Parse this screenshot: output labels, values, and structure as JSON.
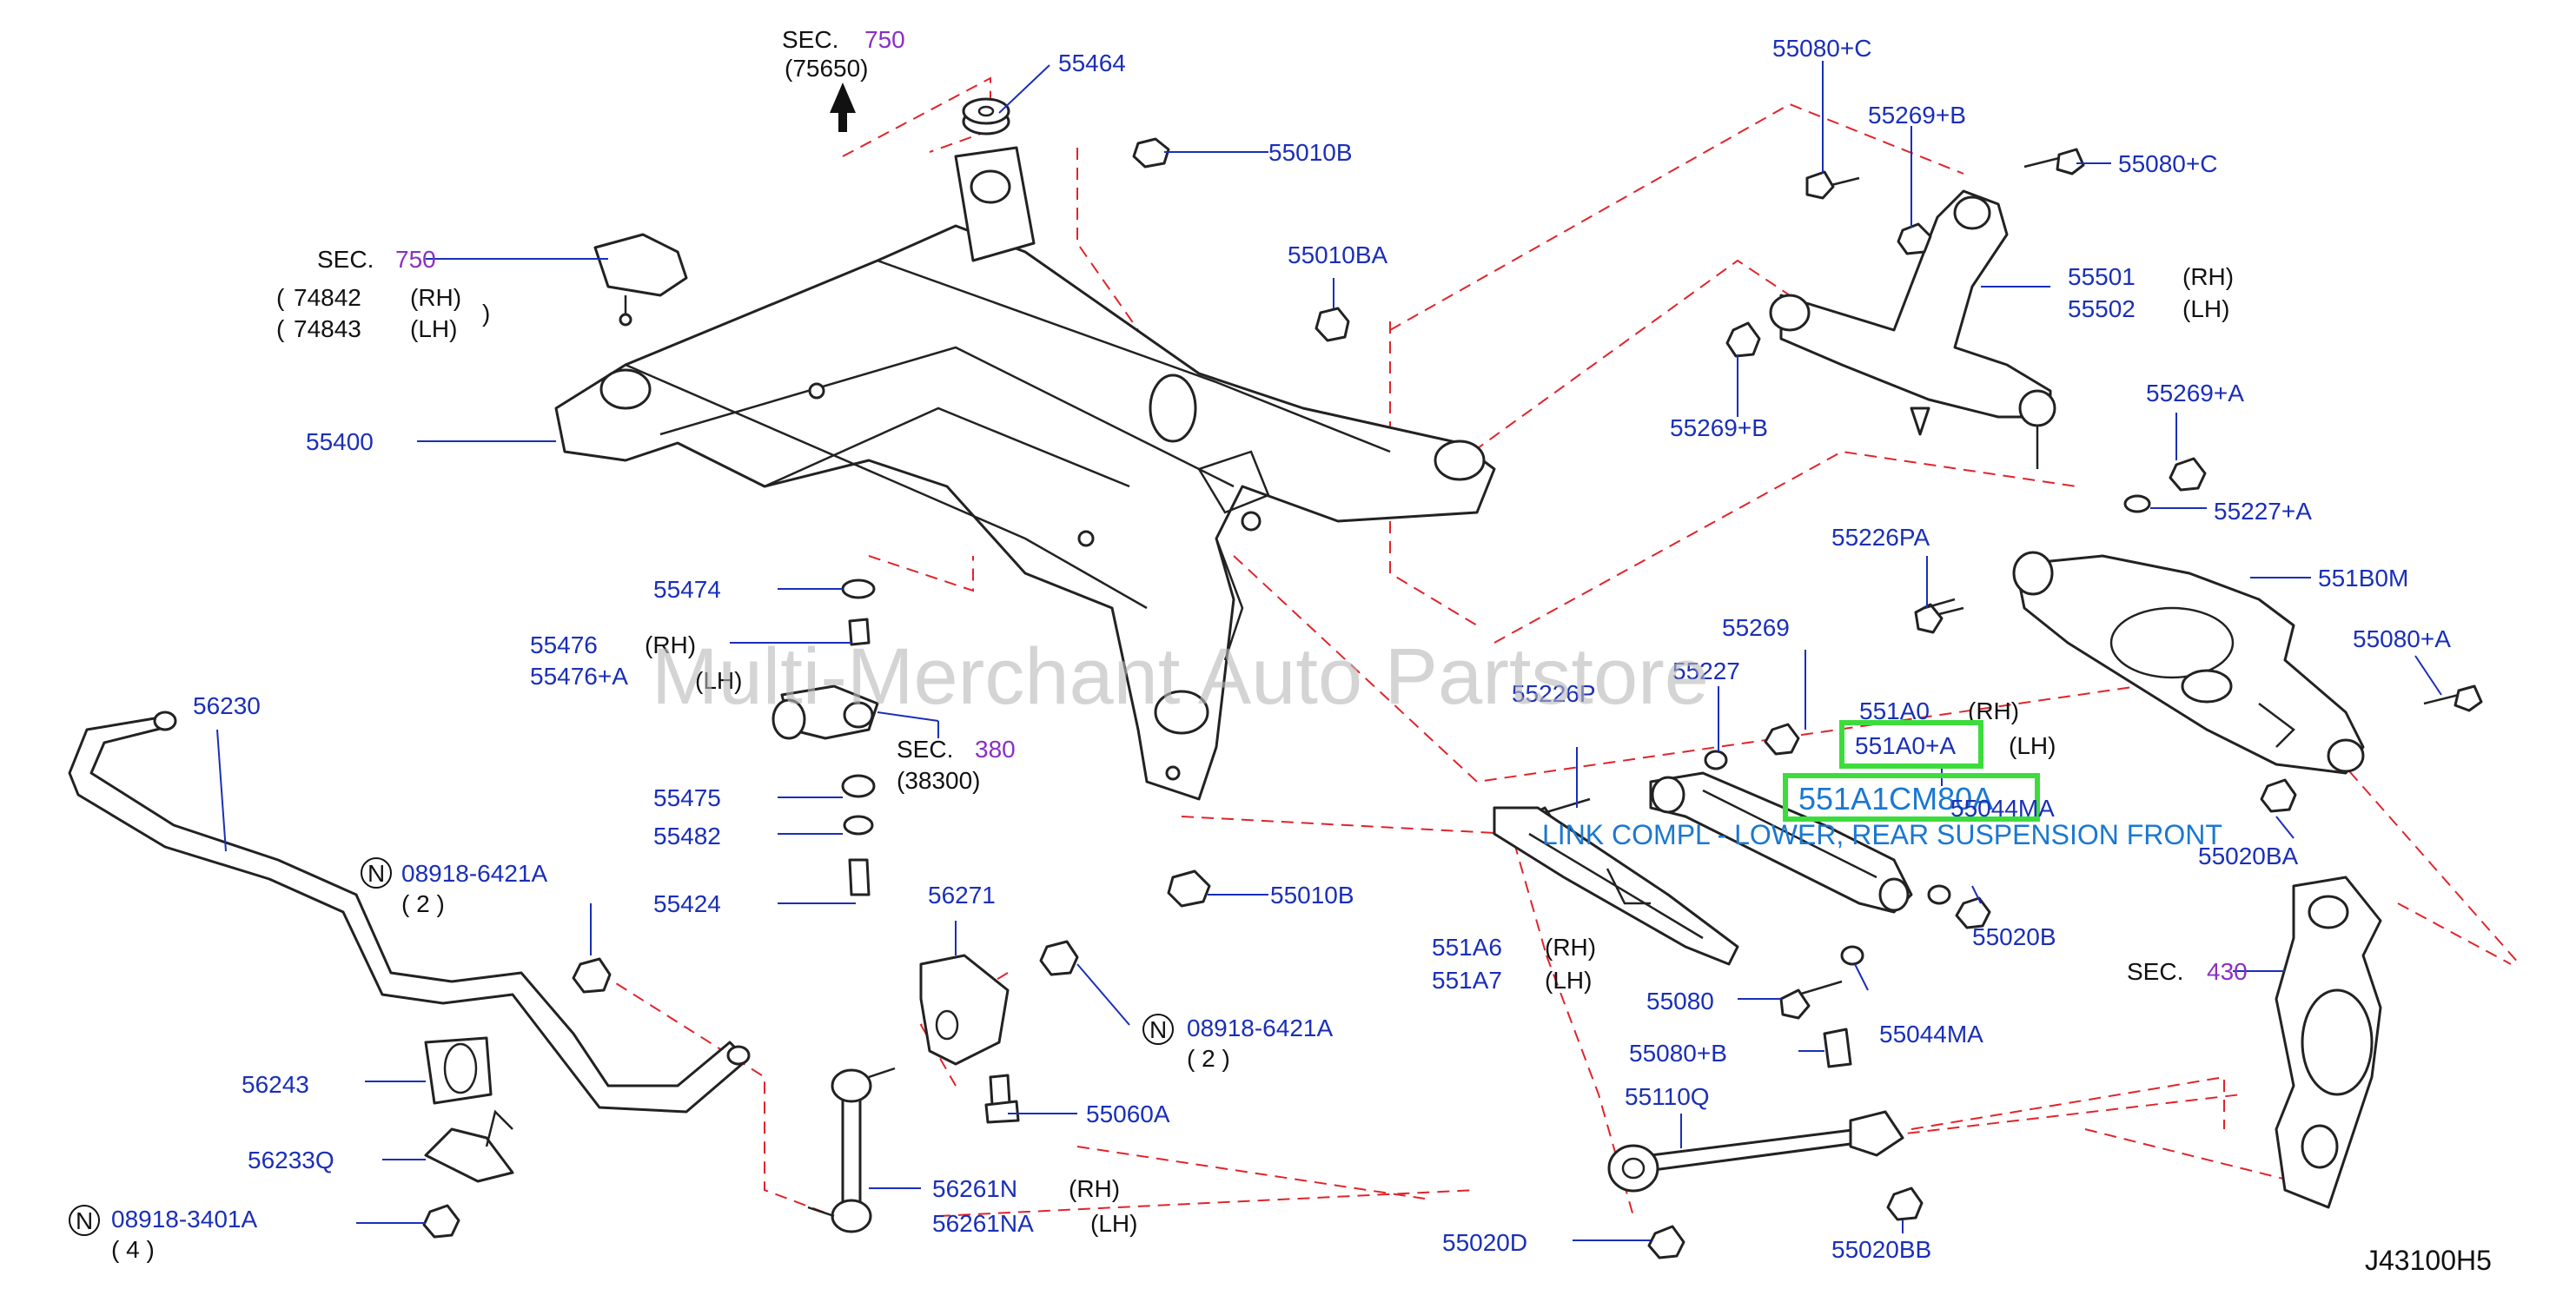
{
  "diagram_code": "J43100H5",
  "watermark": "Multi-Merchant Auto Partstore",
  "highlight": {
    "code": "551A1CM80A",
    "description": "LINK COMPL - LOWER, REAR SUSPENSION FRONT"
  },
  "sec_labels": {
    "sec_word": "SEC.",
    "s750_top": "750",
    "s750_top_sub": "(75650)",
    "s750_left": "750",
    "s380": "380",
    "s380_sub": "(38300)",
    "s430": "430"
  },
  "side": {
    "rh": "(RH)",
    "lh": "(LH)"
  },
  "parts": {
    "p55464": "55464",
    "p55010B_a": "55010B",
    "p55010BA": "55010BA",
    "p74842": "74842",
    "p74843": "74843",
    "p55400": "55400",
    "p55474": "55474",
    "p55476": "55476",
    "p55476A": "55476+A",
    "p56230": "56230",
    "p55475": "55475",
    "p55482": "55482",
    "p55424": "55424",
    "p08918_6421A_a": "08918-6421A",
    "qty2_a": "( 2 )",
    "p56271": "56271",
    "p55010B_b": "55010B",
    "p08918_6421A_b": "08918-6421A",
    "qty2_b": "( 2 )",
    "p56243": "56243",
    "p56233Q": "56233Q",
    "p55060A": "55060A",
    "p08918_3401A": "08918-3401A",
    "qty4": "( 4 )",
    "p56261N": "56261N",
    "p56261NA": "56261NA",
    "p55080C_a": "55080+C",
    "p55269B_a": "55269+B",
    "p55080C_b": "55080+C",
    "p55501": "55501",
    "p55502": "55502",
    "p55269B_b": "55269+B",
    "p55269A": "55269+A",
    "p55227A": "55227+A",
    "p55226PA": "55226PA",
    "p551B0M": "551B0M",
    "p55269": "55269",
    "p55227": "55227",
    "p55080A": "55080+A",
    "p55226P": "55226P",
    "p551A0": "551A0",
    "p551A0A": "551A0+A",
    "p55044MA_a": "55044MA",
    "p55020BA": "55020BA",
    "p55020B": "55020B",
    "p551A6": "551A6",
    "p551A7": "551A7",
    "p55080": "55080",
    "p55044MA_b": "55044MA",
    "p55080B": "55080+B",
    "p55110Q": "55110Q",
    "p55020D": "55020D",
    "p55020BB": "55020BB"
  },
  "symbol_n": "N",
  "colors": {
    "part_number": "#1a2fb8",
    "section_number": "#8a2fc4",
    "leader_dash": "#e0242a",
    "highlight_box": "#3ddc3d",
    "overlay_text": "#1a78d0"
  }
}
